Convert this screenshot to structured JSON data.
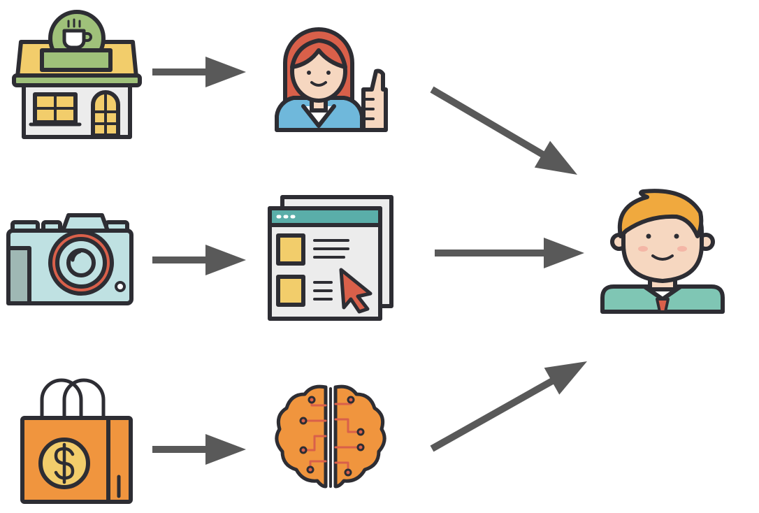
{
  "diagram": {
    "colors": {
      "background": "#ffffff",
      "arrow": "#595959",
      "outline": "#2d2d33",
      "accent_orange": "#f0953e",
      "accent_yellow": "#f2cd6b",
      "accent_green": "#9fc17a",
      "accent_teal": "#7fc6b4",
      "accent_red": "#d9604a",
      "skin": "#f6d7c0",
      "light_blue": "#bfe1e2"
    },
    "nodes": [
      {
        "id": "store",
        "icon": "coffee-shop-icon",
        "column": 1,
        "row": 1
      },
      {
        "id": "camera",
        "icon": "camera-icon",
        "column": 1,
        "row": 2
      },
      {
        "id": "shopping",
        "icon": "shopping-bag-dollar-icon",
        "column": 1,
        "row": 3
      },
      {
        "id": "support",
        "icon": "woman-thumbs-up-icon",
        "column": 2,
        "row": 1
      },
      {
        "id": "website",
        "icon": "web-page-click-icon",
        "column": 2,
        "row": 2
      },
      {
        "id": "ai",
        "icon": "circuit-brain-icon",
        "column": 2,
        "row": 3
      },
      {
        "id": "customer",
        "icon": "man-avatar-icon",
        "column": 3,
        "row": 2
      }
    ],
    "edges": [
      {
        "from": "store",
        "to": "support"
      },
      {
        "from": "camera",
        "to": "website"
      },
      {
        "from": "shopping",
        "to": "ai"
      },
      {
        "from": "support",
        "to": "customer"
      },
      {
        "from": "website",
        "to": "customer"
      },
      {
        "from": "ai",
        "to": "customer"
      }
    ]
  }
}
